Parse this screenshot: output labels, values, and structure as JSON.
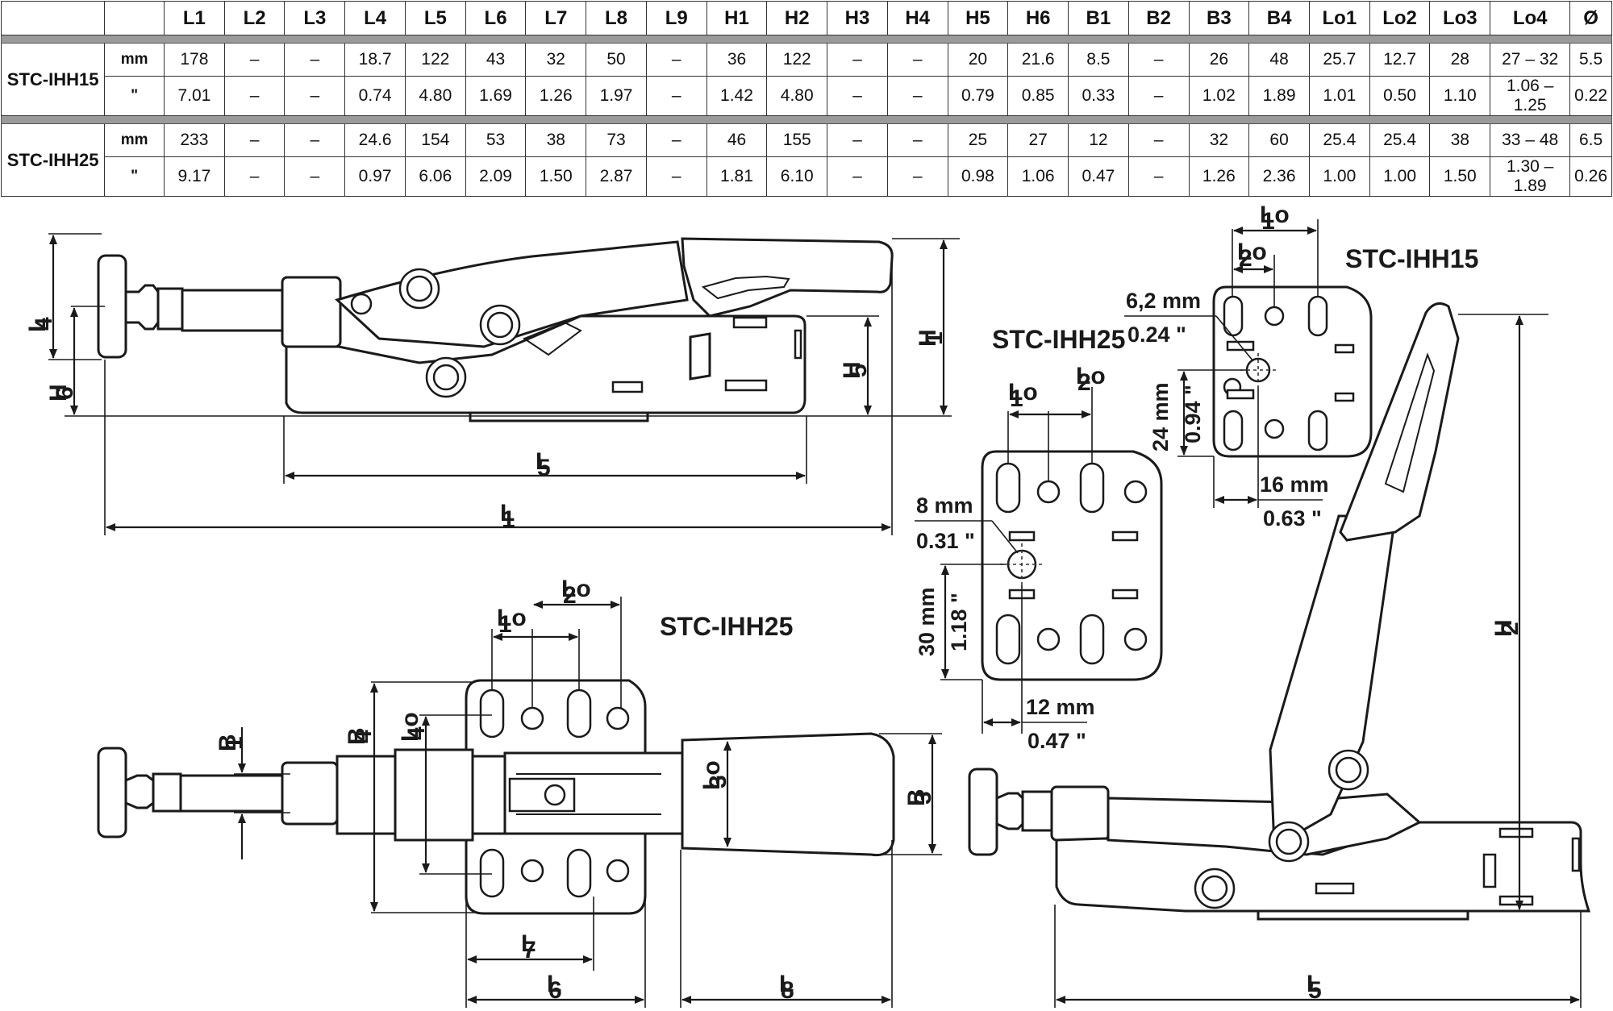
{
  "table": {
    "columns": [
      "",
      "",
      "L1",
      "L2",
      "L3",
      "L4",
      "L5",
      "L6",
      "L7",
      "L8",
      "L9",
      "H1",
      "H2",
      "H3",
      "H4",
      "H5",
      "H6",
      "B1",
      "B2",
      "B3",
      "B4",
      "Lo1",
      "Lo2",
      "Lo3",
      "Lo4",
      "Ø"
    ],
    "models": [
      {
        "name": "STC-IHH15",
        "rows": [
          {
            "unit": "mm",
            "values": [
              "178",
              "–",
              "–",
              "18.7",
              "122",
              "43",
              "32",
              "50",
              "–",
              "36",
              "122",
              "–",
              "–",
              "20",
              "21.6",
              "8.5",
              "–",
              "26",
              "48",
              "25.7",
              "12.7",
              "28",
              "27 – 32",
              "5.5"
            ]
          },
          {
            "unit": "\"",
            "values": [
              "7.01",
              "–",
              "–",
              "0.74",
              "4.80",
              "1.69",
              "1.26",
              "1.97",
              "–",
              "1.42",
              "4.80",
              "–",
              "–",
              "0.79",
              "0.85",
              "0.33",
              "–",
              "1.02",
              "1.89",
              "1.01",
              "0.50",
              "1.10",
              "1.06 – 1.25",
              "0.22"
            ]
          }
        ]
      },
      {
        "name": "STC-IHH25",
        "rows": [
          {
            "unit": "mm",
            "values": [
              "233",
              "–",
              "–",
              "24.6",
              "154",
              "53",
              "38",
              "73",
              "–",
              "46",
              "155",
              "–",
              "–",
              "25",
              "27",
              "12",
              "–",
              "32",
              "60",
              "25.4",
              "25.4",
              "38",
              "33 – 48",
              "6.5"
            ]
          },
          {
            "unit": "\"",
            "values": [
              "9.17",
              "–",
              "–",
              "0.97",
              "6.06",
              "2.09",
              "1.50",
              "2.87",
              "–",
              "1.81",
              "6.10",
              "–",
              "–",
              "0.98",
              "1.06",
              "0.47",
              "–",
              "1.26",
              "2.36",
              "1.00",
              "1.00",
              "1.50",
              "1.30 – 1.89",
              "0.26"
            ]
          }
        ]
      }
    ]
  },
  "drawing": {
    "view_titles": {
      "plate_large": "STC-IHH25",
      "plate_small": "STC-IHH15",
      "top_view": "STC-IHH25"
    },
    "dimension_labels": {
      "L1": "L",
      "L1_sub": "1",
      "L4": "L",
      "L4_sub": "4",
      "L5": "L",
      "L5_sub": "5",
      "L6": "L",
      "L6_sub": "6",
      "L7": "L",
      "L7_sub": "7",
      "L8": "L",
      "L8_sub": "8",
      "H1": "H",
      "H1_sub": "1",
      "H2": "H",
      "H2_sub": "2",
      "H5": "H",
      "H5_sub": "5",
      "H6": "H",
      "H6_sub": "6",
      "B1": "B",
      "B1_sub": "1",
      "B3": "B",
      "B3_sub": "3",
      "B4": "B",
      "B4_sub": "4",
      "Lo1": "Lo",
      "Lo1_sub": "1",
      "Lo2": "Lo",
      "Lo2_sub": "2",
      "Lo3": "Lo",
      "Lo3_sub": "3",
      "Lo4": "Lo",
      "Lo4_sub": "4"
    },
    "plate_large_measures": {
      "hole_mm": "8 mm",
      "hole_in": "0.31 \"",
      "vert_mm": "30 mm",
      "vert_in": "1.18 \"",
      "horiz_mm": "12 mm",
      "horiz_in": "0.47 \""
    },
    "plate_small_measures": {
      "hole_mm": "6,2 mm",
      "hole_in": "0.24 \"",
      "vert_mm": "24 mm",
      "vert_in": "0.94 \"",
      "horiz_mm": "16 mm",
      "horiz_in": "0.63 \""
    }
  }
}
